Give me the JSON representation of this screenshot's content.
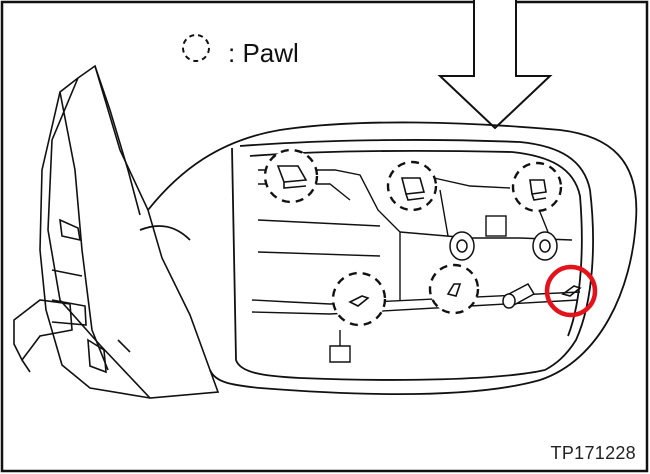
{
  "legend": {
    "symbol_icon": "dashed-circle-pawl-symbol",
    "label": ": Pawl"
  },
  "figure_code": "TP171228",
  "colors": {
    "line": "#111111",
    "highlight": "#e3121b",
    "background": "#ffffff"
  }
}
